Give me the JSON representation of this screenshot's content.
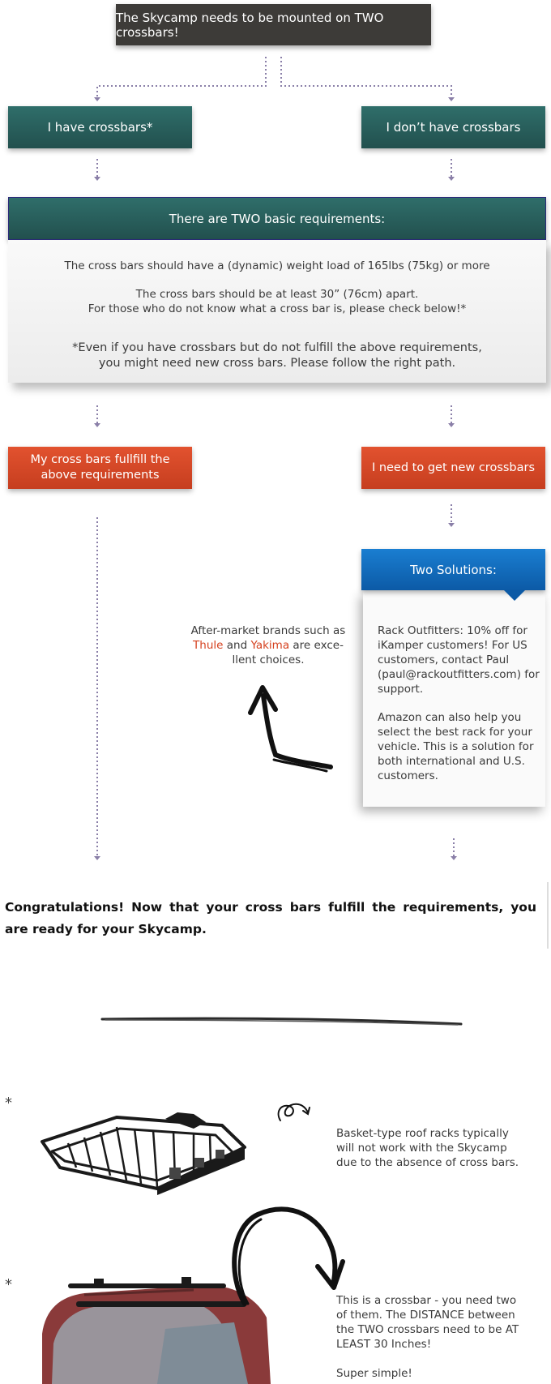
{
  "header": {
    "title": "The Skycamp needs to be mounted on TWO crossbars!"
  },
  "branches": {
    "left": "I have crossbars*",
    "right": "I don’t have crossbars"
  },
  "requirements": {
    "title": "There are TWO basic requirements:",
    "line1": "The cross bars should have a (dynamic) weight load of 165lbs (75kg) or more",
    "line2a": "The cross bars should be at least 30” (76cm) apart.",
    "line2b": "For those who do not know what a cross bar is, please check below!*",
    "note_a": "*Even if you have crossbars but do not fulfill the above requirements,",
    "note_b": "you might need new cross bars. Please follow the right path."
  },
  "outcomes": {
    "left_line1": "My cross bars fullfill the",
    "left_line2": "above requirements",
    "right": "I need to get new crossbars"
  },
  "solutions": {
    "title": "Two Solutions:",
    "p1": [
      "Rack Outfitters: 10% off for",
      "iKamper customers! For US",
      "customers, contact Paul",
      "(paul@rackoutfitters.com) for",
      "support."
    ],
    "p2": [
      "Amazon can also help you",
      "select the best rack for your",
      "vehicle. This is a solution for",
      "both international and U.S.",
      "customers."
    ]
  },
  "aftermarket": {
    "line1": "After-market brands such as",
    "brand1": "Thule",
    "and": "and",
    "brand2": "Yakima",
    "line2_tail": "are exce-",
    "line3": "llent choices."
  },
  "congrats": {
    "text": "Congratulations! Now that your cross bars fulfill the requirements, you are ready for your Skycamp."
  },
  "footnotes": {
    "star": "*",
    "basket": [
      "Basket-type roof racks typically",
      "will not work with the Skycamp",
      "due to the absence of cross bars."
    ],
    "crossbar": [
      "This is a crossbar - you need two",
      "of them. The DISTANCE between",
      "the TWO crossbars need to be AT",
      "LEAST 30 Inches!"
    ],
    "simple": "Super simple!"
  },
  "colors": {
    "dark": "#3d3b38",
    "teal": "#2a605d",
    "red": "#d94a27",
    "blue": "#1270c0",
    "accent": "#d5411f",
    "connector": "#8a7fa8"
  },
  "icons": [
    "dotted-connector",
    "down-arrow-icon",
    "curved-arrow-icon",
    "basket-rack-image",
    "car-crossbar-image",
    "divider-stroke"
  ]
}
